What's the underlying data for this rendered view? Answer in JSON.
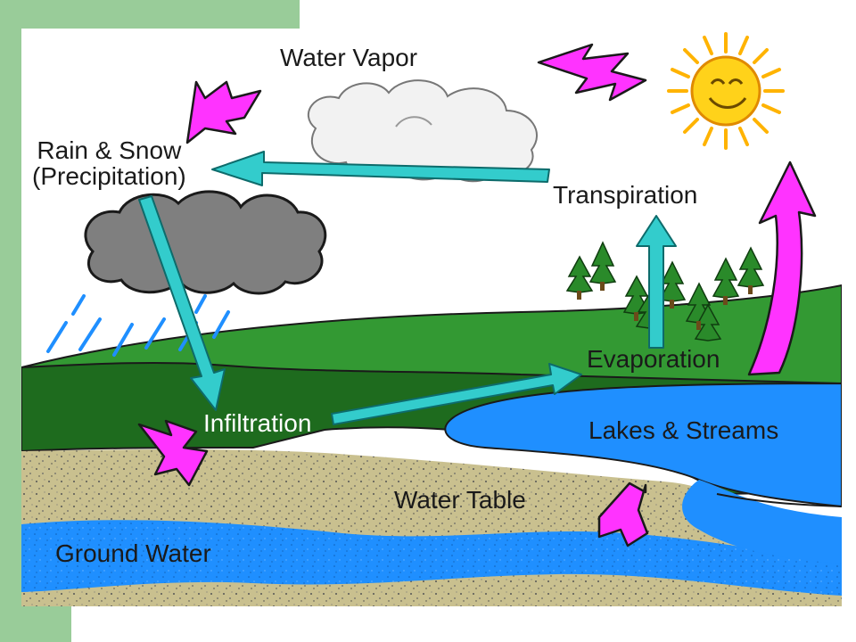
{
  "colors": {
    "slide_accent": "#99cc99",
    "flow_arrow": "#33cccc",
    "energy_arrow": "#ff33ff",
    "grass_light": "#339933",
    "grass_dark": "#1e6b1e",
    "water": "#1f8fff",
    "soil": "#c8bf8f",
    "sun": "#ffd21a",
    "cloud_white": "#f2f2f2",
    "cloud_grey": "#808080"
  },
  "labels": {
    "water_vapor": "Water Vapor",
    "rain_snow_line1": "Rain & Snow",
    "rain_snow_line2": "(Precipitation)",
    "transpiration": "Transpiration",
    "evaporation": "Evaporation",
    "infiltration": "Infiltration",
    "lakes_streams": "Lakes & Streams",
    "water_table": "Water Table",
    "ground_water": "Ground Water"
  },
  "icons": [
    "sun-icon",
    "cloud-icon",
    "rain-cloud-icon",
    "tree-icon",
    "arrow-icon",
    "raindrop-icon"
  ]
}
